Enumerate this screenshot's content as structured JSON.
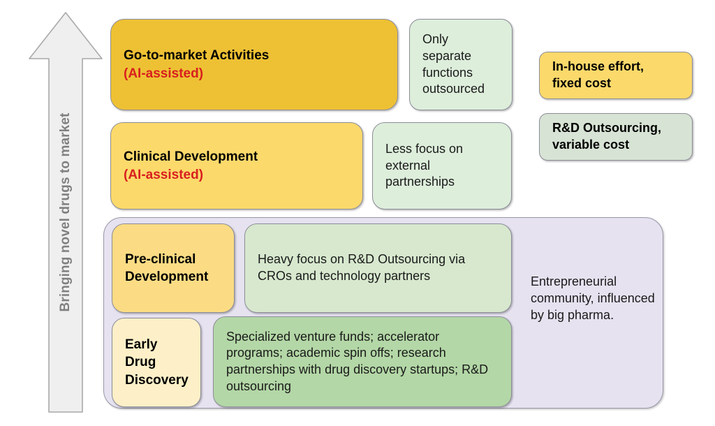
{
  "axis": {
    "label": "Bringing novel drugs to market",
    "direction": "up",
    "color": "#808080"
  },
  "stages": [
    {
      "id": "go-to-market",
      "title": "Go-to-market Activities",
      "ai_note": "(AI-assisted)",
      "color": "#eec134"
    },
    {
      "id": "clinical-development",
      "title": "Clinical Development",
      "ai_note": "(AI-assisted)",
      "color": "#fcd96b"
    },
    {
      "id": "pre-clinical-development",
      "title": "Pre-clinical Development",
      "ai_note": "",
      "color": "#fbdc84"
    },
    {
      "id": "early-drug-discovery",
      "title": "Early Drug Discovery",
      "ai_note": "",
      "color": "#fdf0c8"
    }
  ],
  "notes": [
    {
      "id": "note-go-to-market",
      "text": "Only separate functions outsourced",
      "color": "#ddeedb"
    },
    {
      "id": "note-clinical",
      "text": "Less focus on external partnerships",
      "color": "#ddeedb"
    },
    {
      "id": "note-pre-clinical",
      "text": "Heavy focus on R&D Outsourcing via CROs and technology partners",
      "color": "#d7e8ce"
    },
    {
      "id": "note-early-drug",
      "text": "Specialized venture funds; accelerator programs; academic spin offs; research partnerships with drug discovery startups; R&D outsourcing",
      "color": "#b3d7a6"
    }
  ],
  "ecosystem": {
    "text": "Entrepreneurial community, influenced by big pharma.",
    "color": "#e6e2f0"
  },
  "legend": [
    {
      "id": "in-house-effort",
      "line1": "In-house effort,",
      "line2": "fixed cost",
      "color": "#fcd96b"
    },
    {
      "id": "rnd-outsourcing",
      "line1": "R&D Outsourcing,",
      "line2": "variable cost",
      "color": "#d7e3d4"
    }
  ]
}
